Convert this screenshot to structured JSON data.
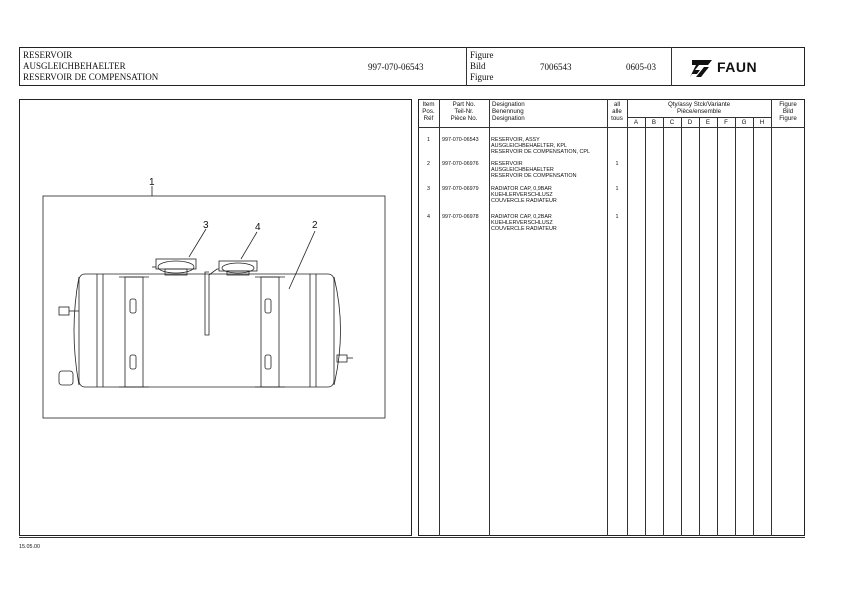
{
  "header": {
    "title_lines": [
      "RESERVOIR",
      "AUSGLEICHBEHAELTER",
      "RESERVOIR DE COMPENSATION"
    ],
    "part_number": "997-070-06543",
    "figure_labels": [
      "Figure",
      "Bild",
      "Figure"
    ],
    "figure_number": "7006543",
    "page_code": "0605-03",
    "brand": "FAUN"
  },
  "drawing": {
    "callouts": [
      "1",
      "2",
      "3",
      "4"
    ]
  },
  "table": {
    "col_item": [
      "Item",
      "Pos.",
      "Réf"
    ],
    "col_part": [
      "Part No.",
      "Teil-Nr.",
      "Pièce No."
    ],
    "col_designation": [
      "Designation",
      "Benennung",
      "Designation"
    ],
    "col_all": [
      "all",
      "alle",
      "tous"
    ],
    "col_qty": [
      "Qty/assy Stck/Variante",
      "Pièce/ensemble"
    ],
    "variant_columns": [
      "A",
      "B",
      "C",
      "D",
      "E",
      "F",
      "G",
      "H"
    ],
    "col_figure": [
      "Figure",
      "Bild",
      "Figure"
    ],
    "rows": [
      {
        "item": "1",
        "part": "997-070-06543",
        "designation": [
          "RESERVOIR, ASSY",
          "AUSGLEICHBEHAELTER, KPL",
          "RESERVOIR DE COMPENSATION, CPL"
        ],
        "qty": ""
      },
      {
        "item": "2",
        "part": "997-070-06976",
        "designation": [
          "RESERVOIR",
          "AUSGLEICHBEHAELTER",
          "RESERVOIR DE COMPENSATION"
        ],
        "qty": "1"
      },
      {
        "item": "3",
        "part": "997-070-06979",
        "designation": [
          "RADIATOR CAP, 0,9BAR",
          "KUEHLERVERSCHLUSZ",
          "COUVERCLE RADIATEUR"
        ],
        "qty": "1"
      },
      {
        "item": "4",
        "part": "997-070-06978",
        "designation": [
          "RADIATOR CAP, 0,2BAR",
          "KUEHLERVERSCHLUSZ",
          "COUVERCLE RADIATEUR"
        ],
        "qty": "1"
      }
    ]
  },
  "footer": {
    "date": "15.05.00"
  },
  "colors": {
    "ink": "#111111",
    "line": "#333333",
    "paper": "#ffffff"
  }
}
